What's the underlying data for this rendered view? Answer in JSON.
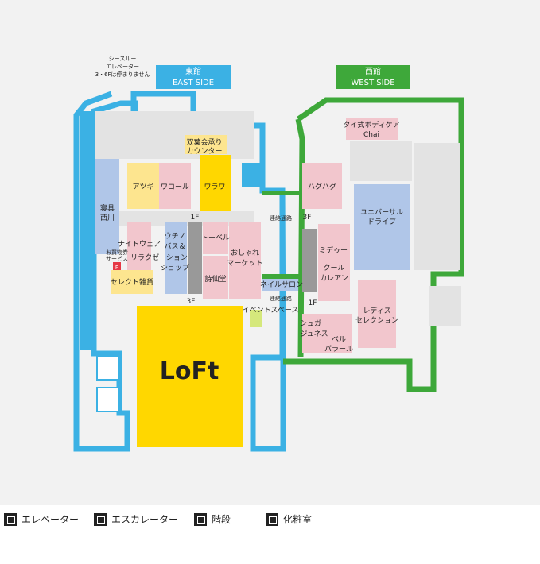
{
  "header": {
    "east_label_1": "東館",
    "east_label_2": "EAST SIDE",
    "west_label_1": "西館",
    "west_label_2": "WEST SIDE",
    "seethrough_1": "シースルー",
    "seethrough_2": "エレベーター",
    "seethrough_3": "3・6Fは停まりません"
  },
  "stores": {
    "futaba": "双葉会承り",
    "futaba2": "カウンター",
    "atsugi": "アツギ",
    "wacoal": "ワコール",
    "warawa": "ワラワ",
    "shingu1": "寝具",
    "shingu2": "西川",
    "nightwear": "ナイトウェア",
    "relax": "リラクゼーション",
    "uchino1": "ウチノ",
    "uchino2": "バス＆",
    "uchino3": "ショップ",
    "towel": "トーベル",
    "oshare1": "おしゃれ",
    "oshare2": "マーケット",
    "shisen": "詩仙堂",
    "select": "セレクト雑貨",
    "service1": "お買物券",
    "service2": "サービス",
    "loft": "LoFt",
    "hagu": "ハグハグ",
    "thai1": "タイ式ボディケア",
    "thai2": "Chai",
    "universal1": "ユニバーサル",
    "universal2": "ドライブ",
    "mideu": "ミデゥー",
    "cool1": "クール",
    "cool2": "カレアン",
    "ladies1": "レディス",
    "ladies2": "セレクション",
    "nail": "ネイルサロン",
    "event": "イベントスペース",
    "sugar1": "シュガー",
    "sugar2": "ジュネス",
    "bell1": "ベル",
    "bell2": "パラール",
    "renraku": "連絡通路",
    "f1": "1F",
    "f3": "3F",
    "f3b": "3F",
    "f1b": "1F",
    "renraku2": "連絡通路",
    "parking": "P"
  },
  "legend": {
    "elevator": "エレベーター",
    "escalator": "エスカレーター",
    "stairs": "階段",
    "restroom": "化粧室"
  },
  "colors": {
    "east": "#3bb1e4",
    "west": "#3ea83a",
    "pink": "#f2c6cd",
    "yellow": "#ffd700",
    "lightyellow": "#fde58f",
    "blue": "#b0c6e8",
    "gray": "#e3e3e3",
    "bg": "#f2f2f2"
  }
}
